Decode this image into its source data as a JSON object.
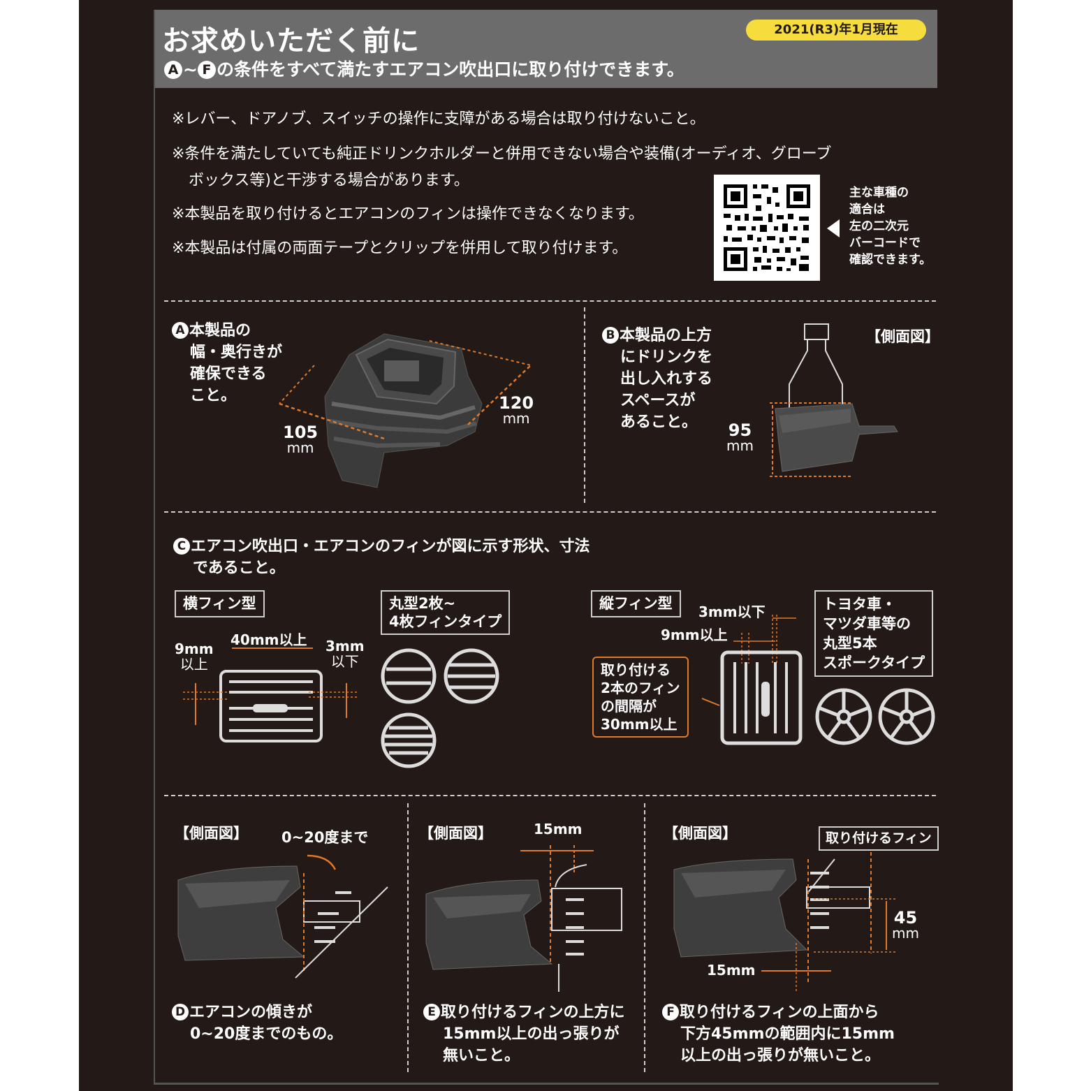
{
  "header": {
    "title": "お求めいただく前に",
    "subtitle_start": "A",
    "subtitle_end": "F",
    "subtitle_text": "の条件をすべて満たすエアコン吹出口に取り付けできます。",
    "date_badge": "2021(R3)年1月現在"
  },
  "notes": [
    "※レバー、ドアノブ、スイッチの操作に支障がある場合は取り付けないこと。",
    "※条件を満たしていても純正ドリンクホルダーと併用できない場合や装備(オーディオ、グローブ",
    "ボックス等)と干渉する場合があります。",
    "※本製品を取り付けるとエアコンのフィンは操作できなくなります。",
    "※本製品は付属の両面テープとクリップを併用して取り付けます。"
  ],
  "qr": {
    "caption": [
      "主な車種の",
      "適合は",
      "左の二次元",
      "バーコードで",
      "確認できます。"
    ]
  },
  "section_a": {
    "letter": "A",
    "lines": [
      "本製品の",
      "幅・奥行きが",
      "確保できる",
      "こと。"
    ],
    "dim_width_value": "105",
    "dim_depth_value": "120",
    "unit": "mm"
  },
  "section_b": {
    "letter": "B",
    "lines": [
      "本製品の上方",
      "にドリンクを",
      "出し入れする",
      "スペースが",
      "あること。"
    ],
    "view_label": "【側面図】",
    "dim_height_value": "95",
    "unit": "mm"
  },
  "section_c": {
    "letter": "C",
    "lines": [
      "エアコン吹出口・エアコンのフィンが図に示す形状、寸法",
      "であること。"
    ],
    "horizontal": {
      "label": "横フィン型",
      "dim_top": "40mm以上",
      "dim_left_1": "9mm",
      "dim_left_2": "以上",
      "dim_right_1": "3mm",
      "dim_right_2": "以下"
    },
    "round": {
      "label": [
        "丸型2枚~",
        "4枚フィンタイプ"
      ]
    },
    "vertical": {
      "label": "縦フィン型",
      "dim_top": "3mm以下",
      "dim_mid": "9mm以上",
      "note": [
        "取り付ける",
        "2本のフィン",
        "の間隔が",
        "30mm以上"
      ]
    },
    "spoke": {
      "label": [
        "トヨタ車・",
        "マツダ車等の",
        "丸型5本",
        "スポークタイプ"
      ]
    }
  },
  "section_d": {
    "letter": "D",
    "view_label": "【側面図】",
    "angle_label": "0~20度まで",
    "lines": [
      "エアコンの傾きが",
      "0~20度までのもの。"
    ]
  },
  "section_e": {
    "letter": "E",
    "view_label": "【側面図】",
    "dim_label": "15mm",
    "lines": [
      "取り付けるフィンの上方に",
      "15mm以上の出っ張りが",
      "無いこと。"
    ]
  },
  "section_f": {
    "letter": "F",
    "view_label": "【側面図】",
    "fin_label": "取り付けるフィン",
    "dim_height_value": "45",
    "unit": "mm",
    "dim_bottom": "15mm",
    "lines": [
      "取り付けるフィンの上面から",
      "下方45mmの範囲内に15mm",
      "以上の出っ張りが無いこと。"
    ]
  },
  "colors": {
    "background": "#231a17",
    "header": "#6c6c6c",
    "accent_orange": "#e07a2a",
    "badge_yellow": "#f6dc3c"
  }
}
